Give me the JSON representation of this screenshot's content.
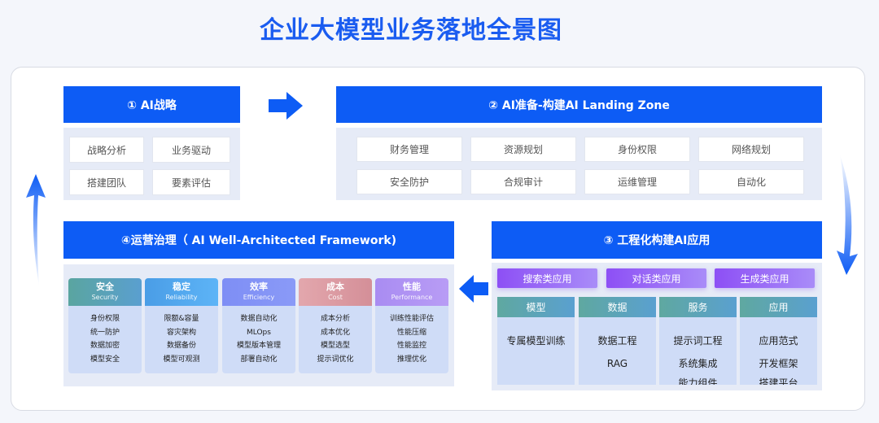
{
  "title": "企业大模型业务落地全景图",
  "stage1": {
    "header": "① AI战略",
    "items": [
      "战略分析",
      "业务驱动",
      "搭建团队",
      "要素评估"
    ]
  },
  "stage2": {
    "header": "② AI准备-构建AI Landing Zone",
    "items": [
      "财务管理",
      "资源规划",
      "身份权限",
      "网络规划",
      "安全防护",
      "合规审计",
      "运维管理",
      "自动化"
    ]
  },
  "stage3": {
    "header": "③ 工程化构建AI应用",
    "apps": [
      "搜索类应用",
      "对话类应用",
      "生成类应用"
    ],
    "columns": [
      {
        "title": "模型",
        "items": [
          "专属模型训练"
        ]
      },
      {
        "title": "数据",
        "items": [
          "数据工程",
          "RAG"
        ]
      },
      {
        "title": "服务",
        "items": [
          "提示词工程",
          "系统集成",
          "能力组件"
        ]
      },
      {
        "title": "应用",
        "items": [
          "应用范式",
          "开发框架",
          "搭建平台"
        ]
      }
    ]
  },
  "stage4": {
    "header": "④运营治理（ AI Well-Architected Framework)",
    "columns": [
      {
        "title": "安全",
        "en": "Security",
        "color": "#5aa5a0",
        "color2": "#5a9fd0",
        "items": [
          "身份权限",
          "统一防护",
          "数据加密",
          "模型安全"
        ]
      },
      {
        "title": "稳定",
        "en": "Reliability",
        "color": "#4a9de6",
        "color2": "#5db4f7",
        "items": [
          "限额&容量",
          "容灾架构",
          "数据备份",
          "模型可观测"
        ]
      },
      {
        "title": "效率",
        "en": "Efficiency",
        "color": "#7e8ef5",
        "color2": "#8a9af7",
        "items": [
          "数据自动化",
          "MLOps",
          "模型版本管理",
          "部署自动化"
        ]
      },
      {
        "title": "成本",
        "en": "Cost",
        "color": "#e3a7ad",
        "color2": "#d48f98",
        "items": [
          "成本分析",
          "成本优化",
          "模型选型",
          "提示词优化"
        ]
      },
      {
        "title": "性能",
        "en": "Performance",
        "color": "#a98cf2",
        "color2": "#b89cf5",
        "items": [
          "训练性能评估",
          "性能压缩",
          "性能监控",
          "推理优化"
        ]
      }
    ]
  }
}
